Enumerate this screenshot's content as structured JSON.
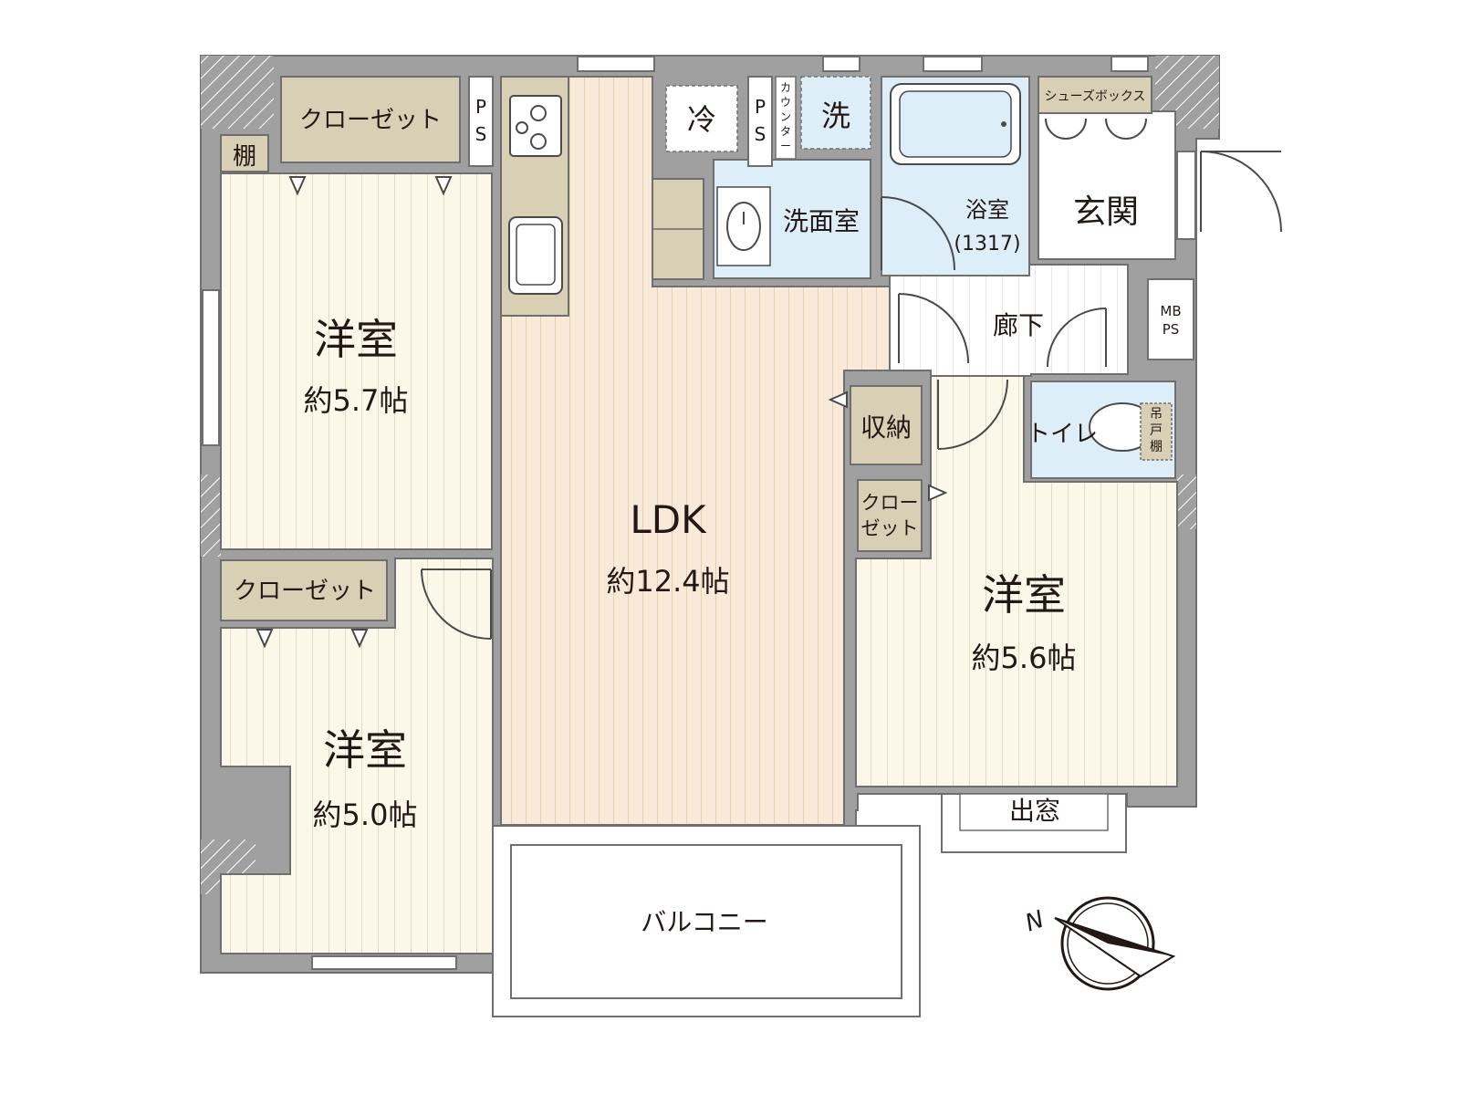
{
  "rooms": {
    "western_nw": {
      "name": "洋室",
      "size": "約5.7帖"
    },
    "western_sw": {
      "name": "洋室",
      "size": "約5.0帖"
    },
    "western_e": {
      "name": "洋室",
      "size": "約5.6帖"
    },
    "ldk": {
      "name": "LDK",
      "size": "約12.4帖"
    },
    "washroom": "洗面室",
    "bath": {
      "name": "浴室",
      "size": "(1317)"
    },
    "entrance": "玄関",
    "hallway": "廊下",
    "toilet": "トイレ",
    "storage": "収納",
    "balcony": "バルコニー",
    "bay_window": "出窓"
  },
  "fixtures": {
    "closet_nw": "クローゼット",
    "closet_sw": "クローゼット",
    "closet_e": [
      "クロー",
      "ゼット"
    ],
    "shelf": "棚",
    "ps_left": [
      "P",
      "S"
    ],
    "ps_right": [
      "P",
      "S"
    ],
    "fridge": "冷",
    "washer": "洗",
    "counter": [
      "カ",
      "ウ",
      "ン",
      "タ",
      "ー"
    ],
    "shoe_box": "シューズボックス",
    "mbps": [
      "MB",
      "PS"
    ],
    "toilet_shelf": [
      "吊",
      "戸",
      "棚"
    ]
  },
  "compass": {
    "label": "N"
  },
  "colors": {
    "wall": "#a0a0a0",
    "wall_stroke": "#6f6f6f",
    "ldk_floor": "#f8e9d8",
    "room_floor": "#fbf8ea",
    "closet": "#d9cfb4",
    "water": "#deeef9",
    "corridor": "#ffffff",
    "text": "#231815"
  }
}
